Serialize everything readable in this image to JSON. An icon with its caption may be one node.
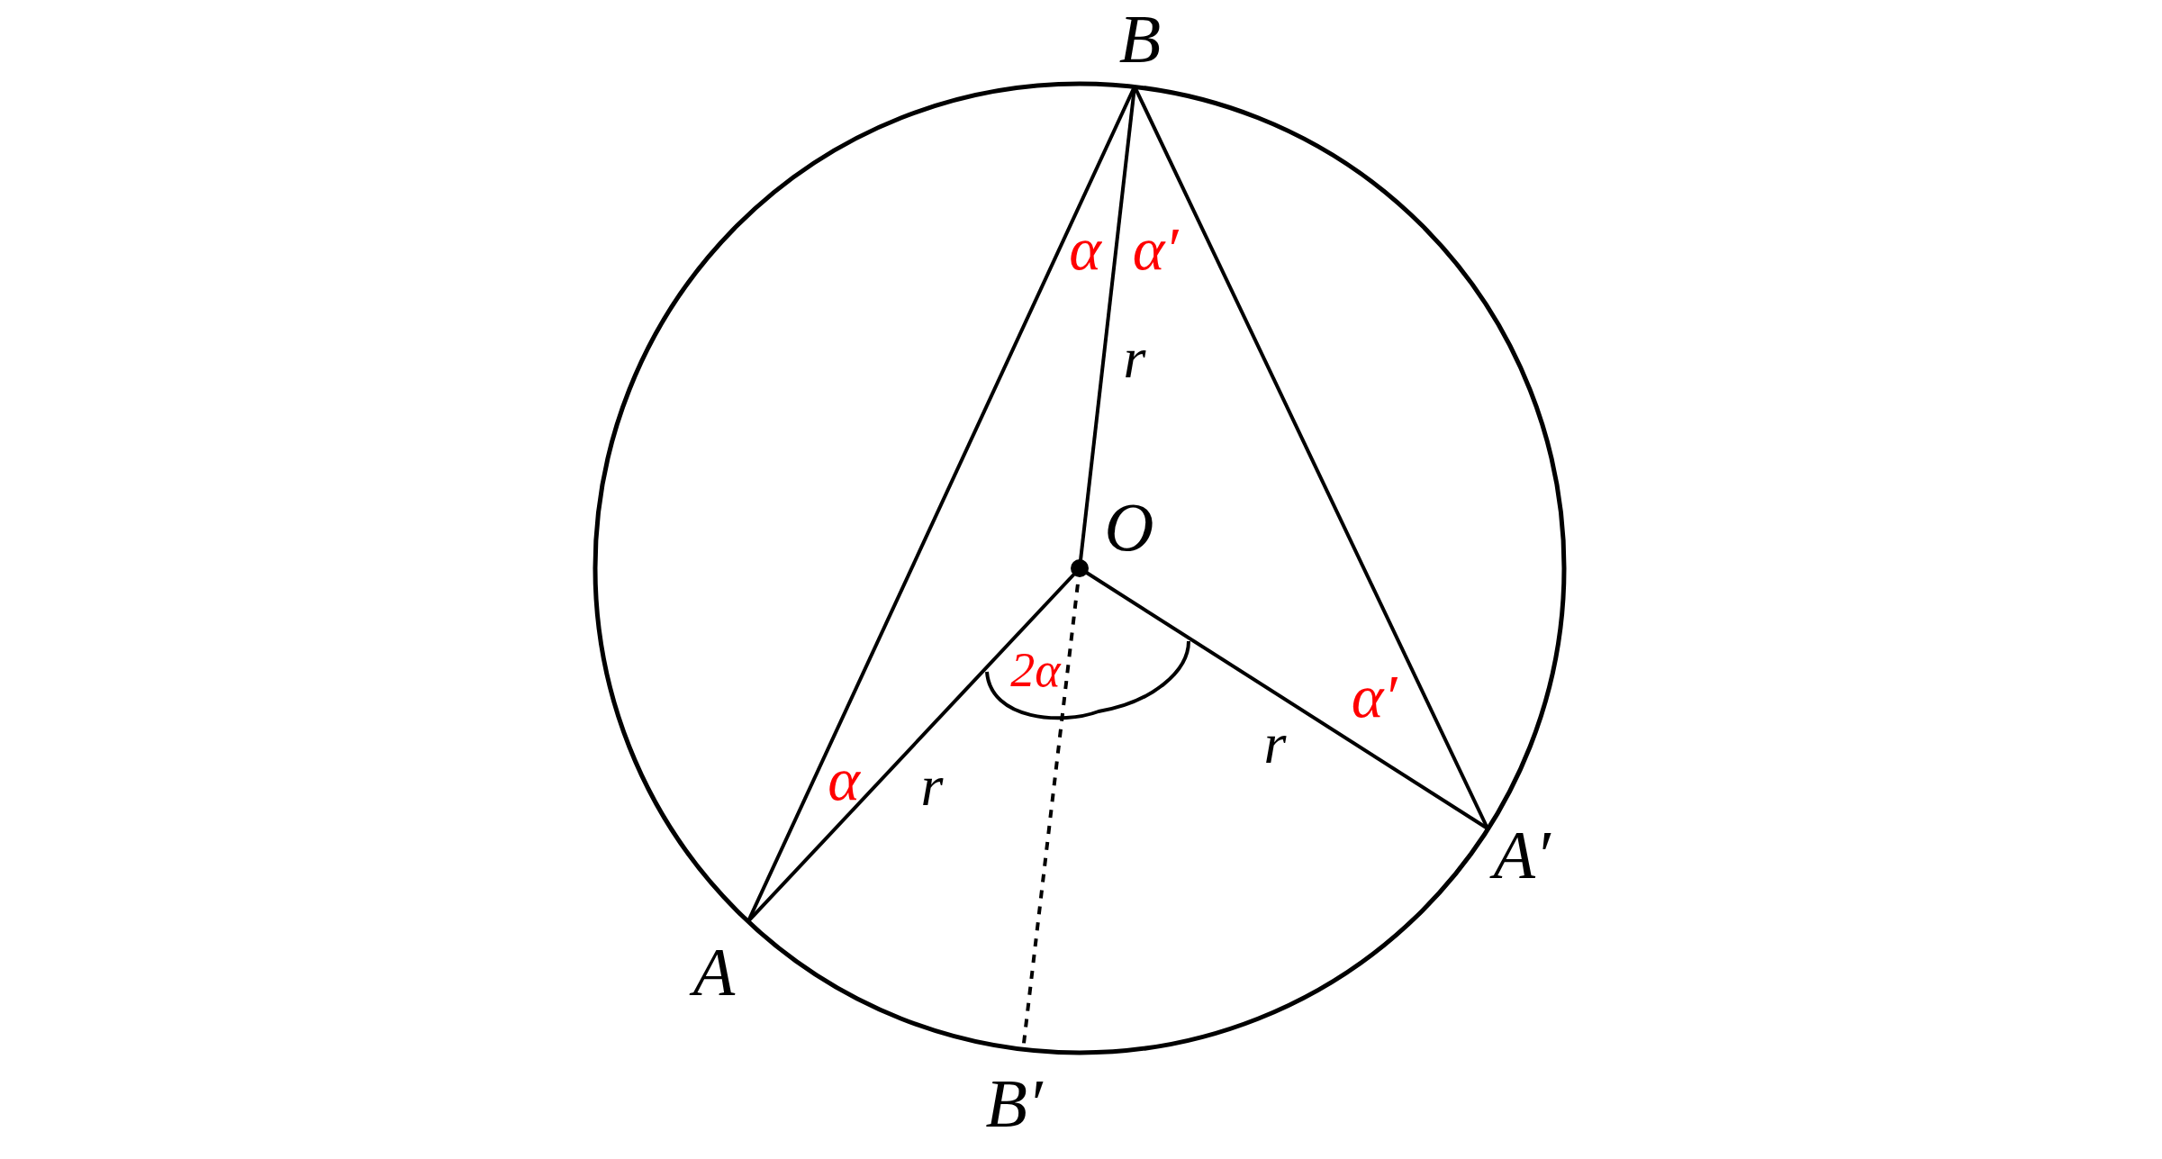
{
  "diagram": {
    "labels": [
      "B",
      "α",
      "α′",
      "r",
      "O",
      "2α",
      "α′",
      "r",
      "α",
      "r",
      "A′",
      "A",
      "B′"
    ]
  }
}
